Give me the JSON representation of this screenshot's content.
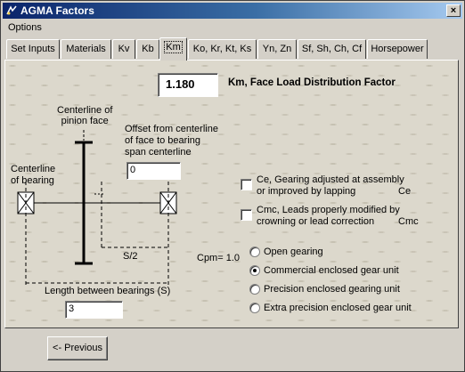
{
  "window": {
    "title": "AGMA Factors",
    "close_glyph": "×"
  },
  "menu": {
    "options": "Options"
  },
  "tabs": [
    {
      "label": "Set Inputs"
    },
    {
      "label": "Materials"
    },
    {
      "label": "Kv"
    },
    {
      "label": "Kb"
    },
    {
      "label": "Km"
    },
    {
      "label": "Ko, Kr, Kt, Ks"
    },
    {
      "label": "Yn, Zn"
    },
    {
      "label": "Sf, Sh, Ch, Cf"
    },
    {
      "label": "Horsepower"
    }
  ],
  "active_tab": "Km",
  "km": {
    "value": "1.180",
    "label": "Km, Face Load Distribution Factor"
  },
  "diagram": {
    "pinion_label_1": "Centerline of",
    "pinion_label_2": "pinion face",
    "offset_label_1": "Offset from centerline",
    "offset_label_2": "of face to bearing",
    "offset_label_3": "span centerline",
    "offset_value": "0",
    "bearing_label_1": "Centerline",
    "bearing_label_2": "of bearing",
    "s_half": "S/2",
    "length_label": "Length between bearings (S)",
    "length_value": "3"
  },
  "checks": {
    "ce_line1": "Ce, Gearing adjusted at assembly",
    "ce_line2": "or improved by lapping",
    "ce_sym": "Ce",
    "ce_checked": false,
    "cmc_line1": "Cmc, Leads properly modified by",
    "cmc_line2": "crowning or lead correction",
    "cmc_sym": "Cmc",
    "cmc_checked": false
  },
  "cpm": {
    "label": "Cpm= 1.0",
    "options": [
      {
        "label": "Open gearing",
        "selected": false
      },
      {
        "label": "Commercial enclosed gear unit",
        "selected": true
      },
      {
        "label": "Precision enclosed gearing unit",
        "selected": false
      },
      {
        "label": "Extra precision enclosed gear unit",
        "selected": false
      }
    ]
  },
  "footer": {
    "previous": "<- Previous"
  }
}
